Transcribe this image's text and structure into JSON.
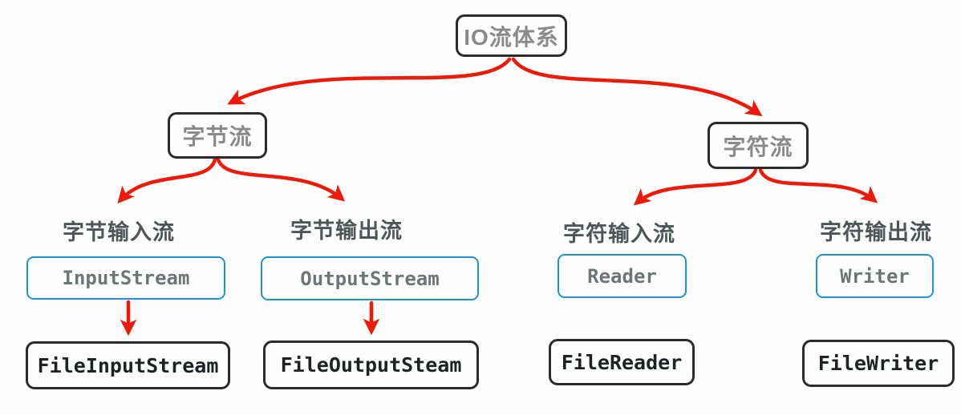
{
  "diagram": {
    "root": {
      "label": "IO流体系"
    },
    "branches": [
      {
        "id": "byte-stream",
        "label": "字节流"
      },
      {
        "id": "char-stream",
        "label": "字符流"
      }
    ],
    "groups": [
      {
        "heading": "字节输入流",
        "abstract": "InputStream",
        "concrete": "FileInputStream",
        "arrow_abstract_to_concrete": true
      },
      {
        "heading": "字节输出流",
        "abstract": "OutputStream",
        "concrete": "FileOutputSteam",
        "arrow_abstract_to_concrete": true
      },
      {
        "heading": "字符输入流",
        "abstract": "Reader",
        "concrete": "FileReader",
        "arrow_abstract_to_concrete": false
      },
      {
        "heading": "字符输出流",
        "abstract": "Writer",
        "concrete": "FileWriter",
        "arrow_abstract_to_concrete": false
      }
    ],
    "colors": {
      "arrow_red": "#ee1a09",
      "abstract_border_blue": "#1b95d6",
      "node_border_dark": "#2b2b2b",
      "root_text_gray": "#8a8a8a",
      "heading_text": "#4d5656",
      "abstract_text": "#6d7575",
      "concrete_text": "#1f2222",
      "background": "#fdfdfd"
    }
  }
}
